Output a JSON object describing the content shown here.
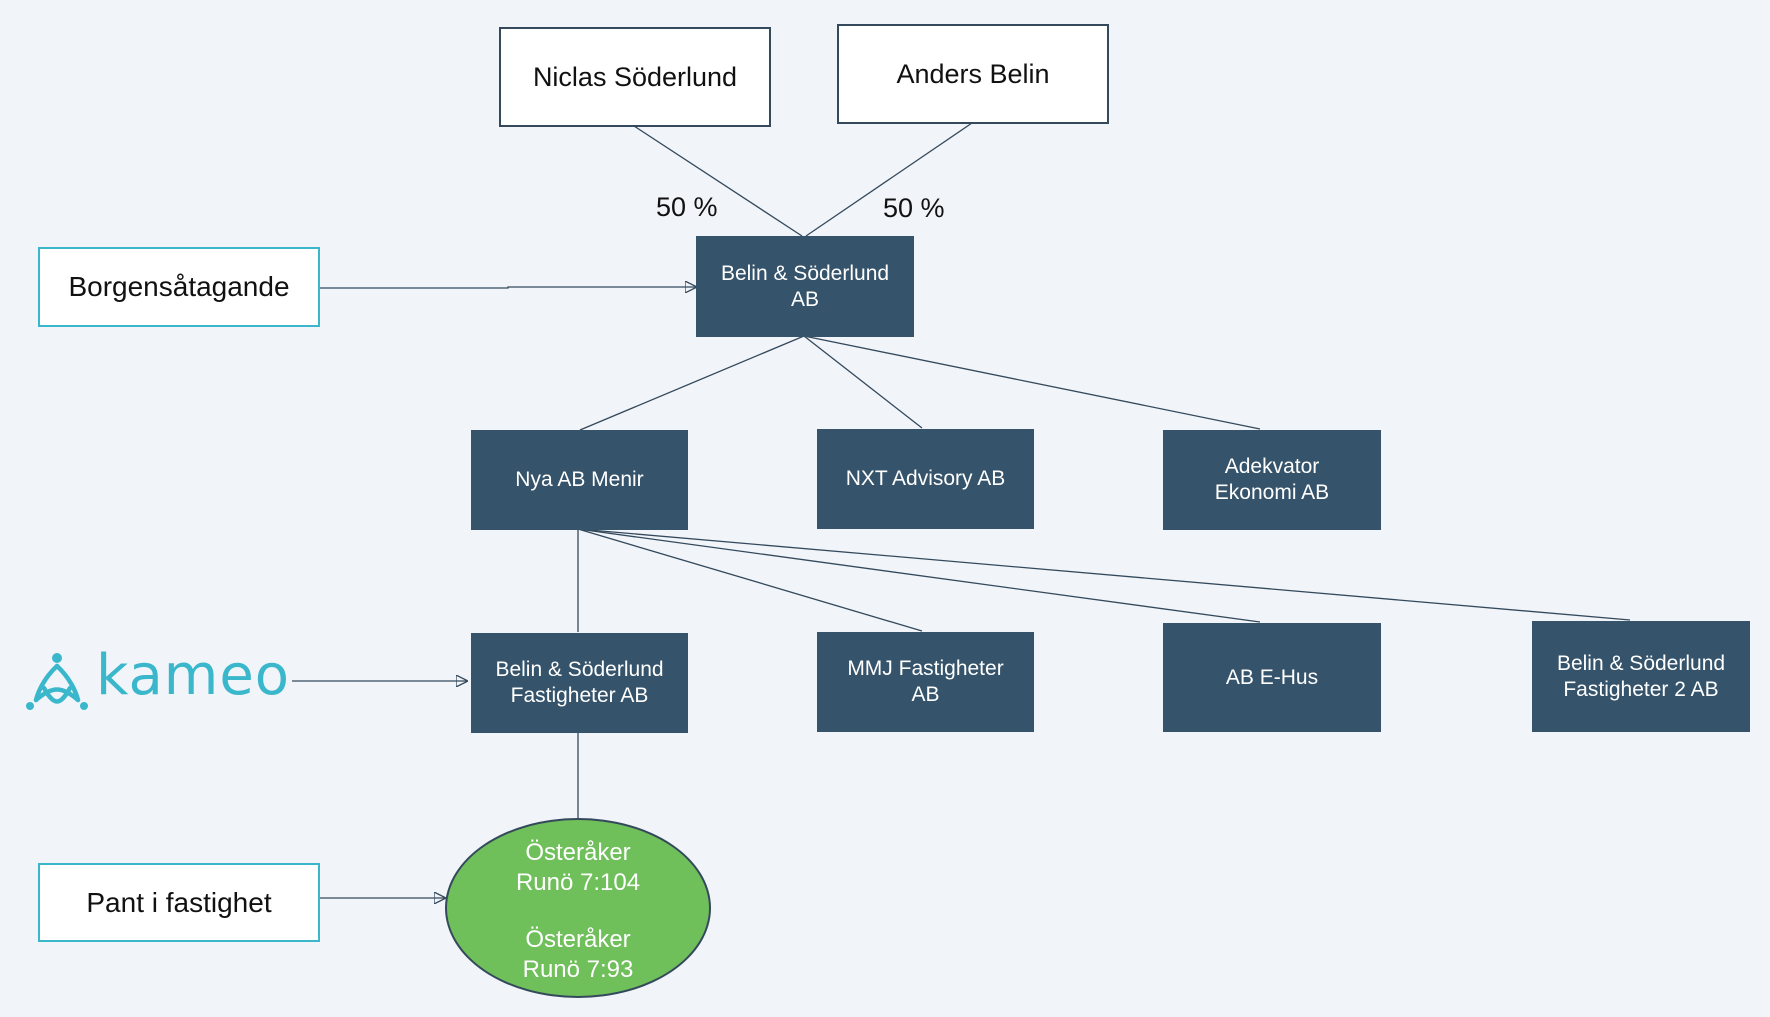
{
  "owners": [
    {
      "name": "Niclas Söderlund",
      "share": "50 %"
    },
    {
      "name": "Anders Belin",
      "share": "50 %"
    }
  ],
  "holding": {
    "name": "Belin & Söderlund\nAB"
  },
  "subsidiaries": [
    {
      "name": "Nya AB Menir"
    },
    {
      "name": "NXT Advisory AB"
    },
    {
      "name": "Adekvator\nEkonomi AB"
    }
  ],
  "menir_subsidiaries": [
    {
      "name": "Belin & Söderlund\nFastigheter AB"
    },
    {
      "name": "MMJ Fastigheter\nAB"
    },
    {
      "name": "AB E-Hus"
    },
    {
      "name": "Belin & Söderlund\nFastigheter 2 AB"
    }
  ],
  "properties": {
    "line1": "Österåker\nRunö 7:104",
    "line2": "Österåker\nRunö 7:93"
  },
  "side_labels": {
    "guarantee": "Borgensåtagande",
    "lender": "kameo",
    "pledge": "Pant i fastighet"
  },
  "colors": {
    "background": "#f1f5fa",
    "dark_box": "#35536a",
    "property": "#6fbf5a",
    "brand": "#3bb7cc"
  }
}
